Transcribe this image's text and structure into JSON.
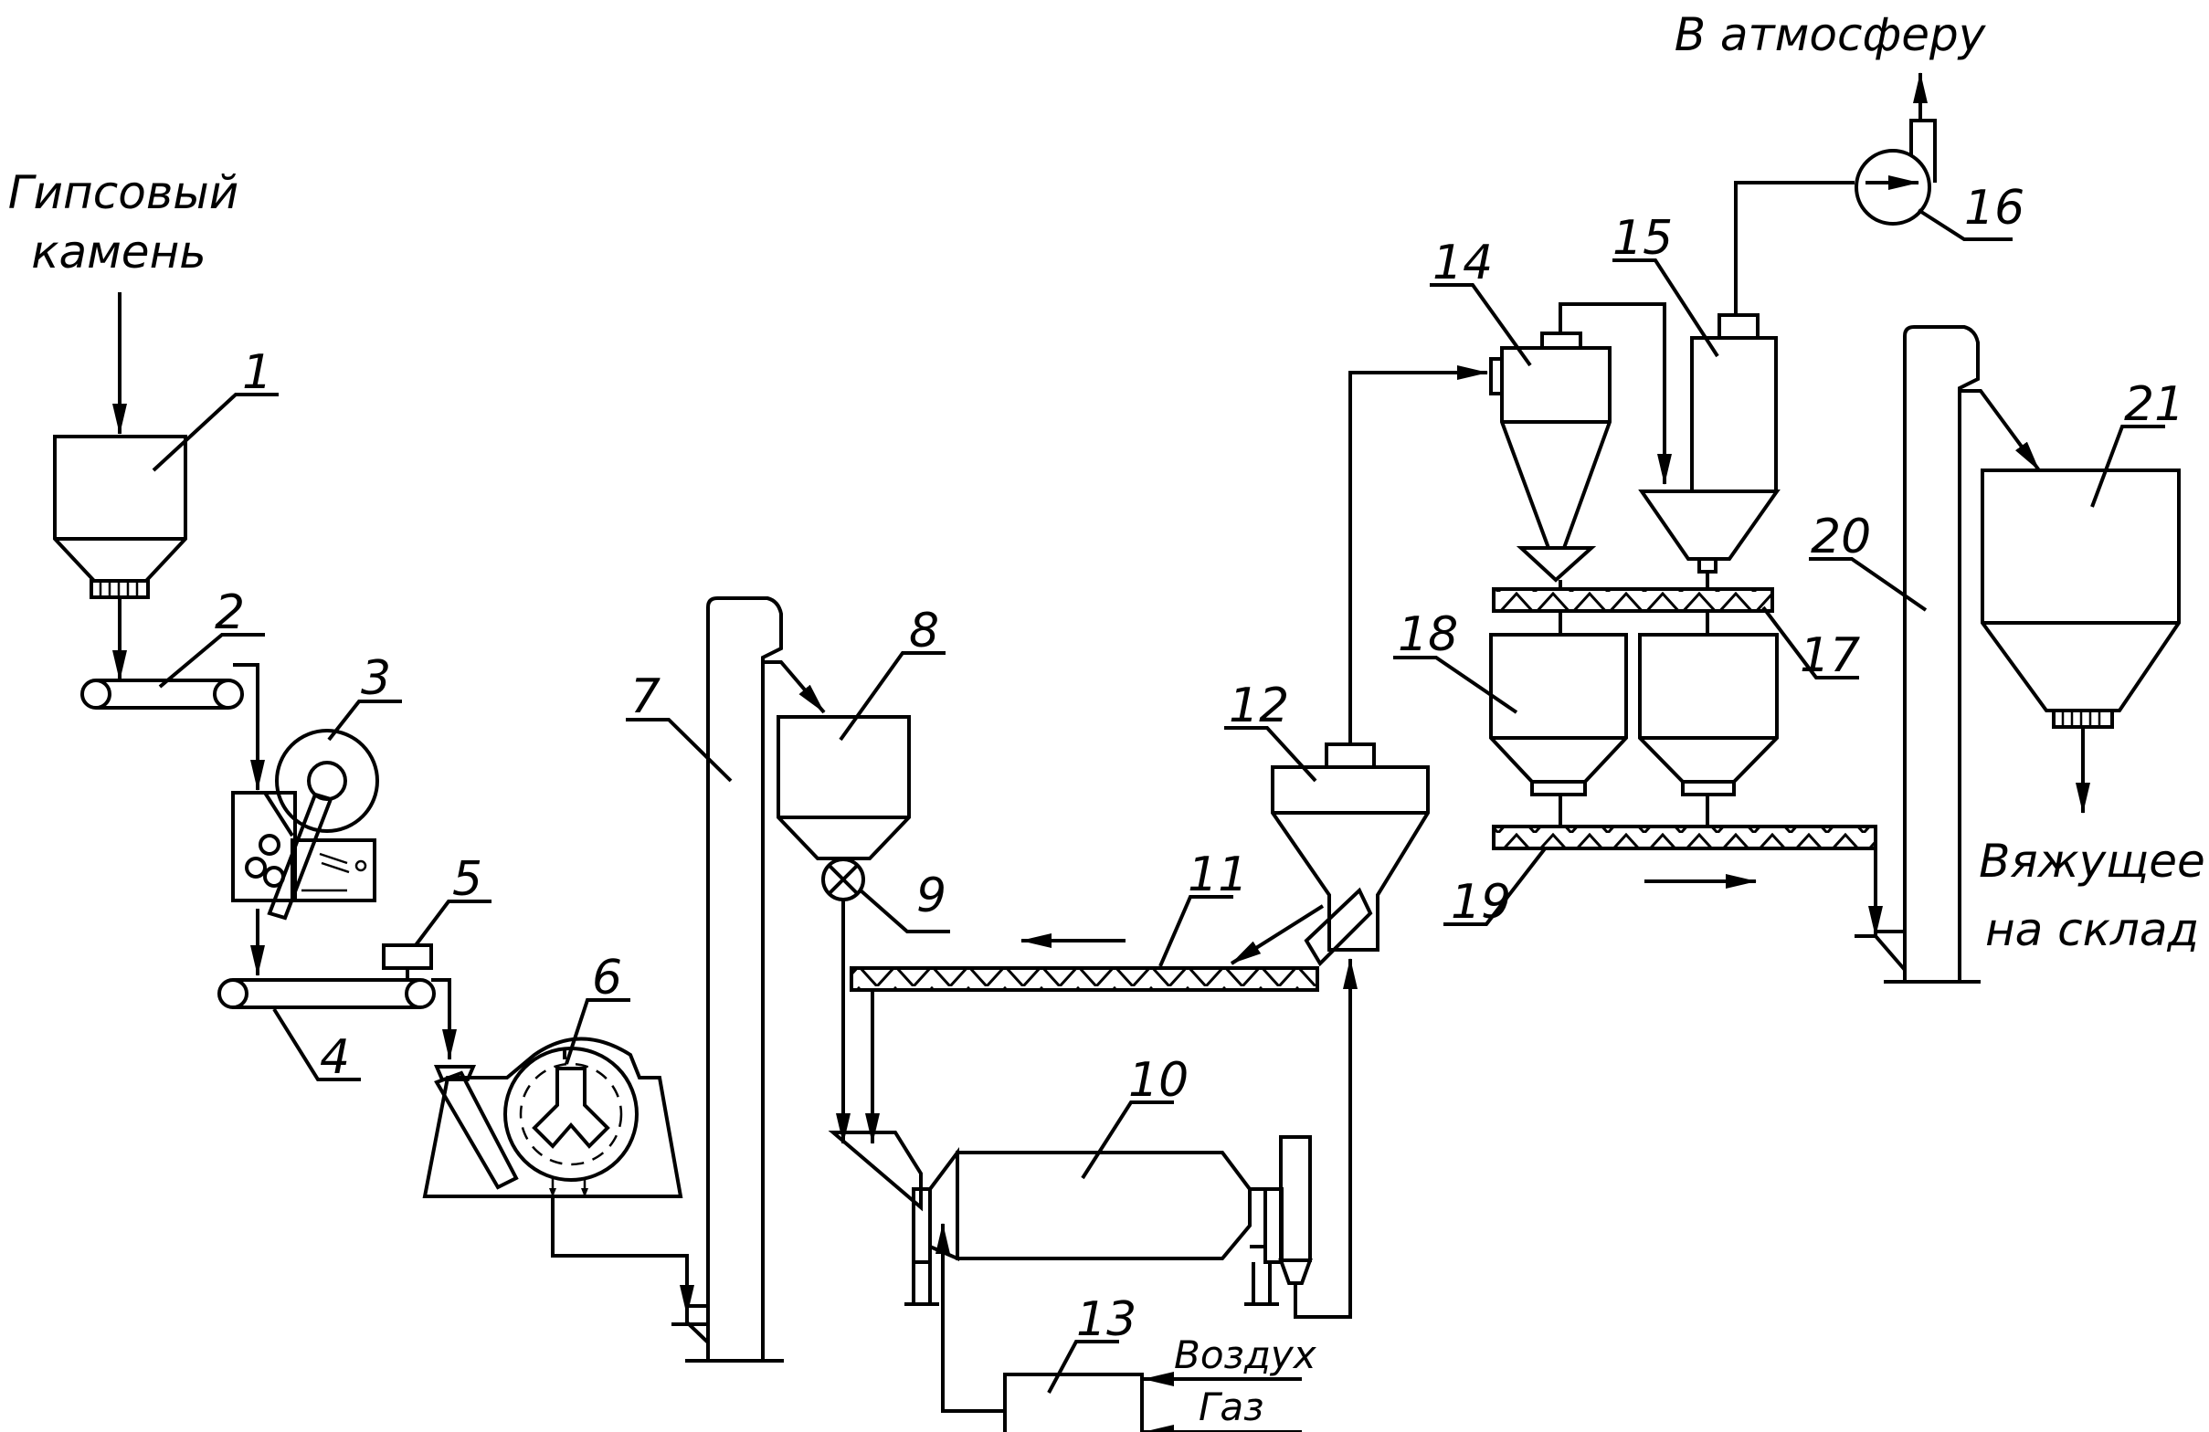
{
  "labels": {
    "gypsum_stone_1": "Гипсовый",
    "gypsum_stone_2": "камень",
    "atmosphere": "В атмосферу",
    "binder_1": "Вяжущее",
    "binder_2": "на склад",
    "air": "Воздух",
    "gas": "Газ"
  },
  "numbers": {
    "n1": "1",
    "n2": "2",
    "n3": "3",
    "n4": "4",
    "n5": "5",
    "n6": "6",
    "n7": "7",
    "n8": "8",
    "n9": "9",
    "n10": "10",
    "n11": "11",
    "n12": "12",
    "n13": "13",
    "n14": "14",
    "n15": "15",
    "n16": "16",
    "n17": "17",
    "n18": "18",
    "n19": "19",
    "n20": "20",
    "n21": "21"
  }
}
